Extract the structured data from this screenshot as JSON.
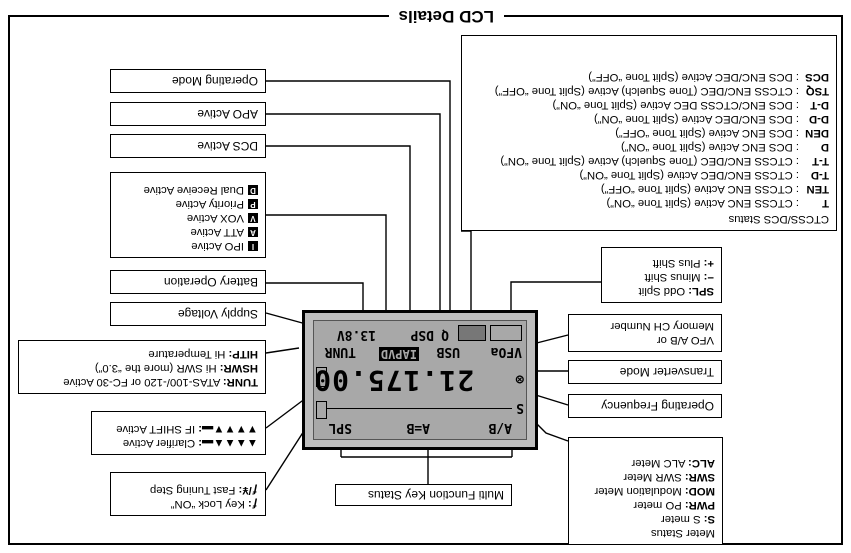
{
  "title": "LCD Details",
  "lcd": {
    "frequency": "21.175.00",
    "vfo": "VFOa",
    "mode": "USB",
    "dsp": "DSP",
    "tuner": "TUNR",
    "ipo_block": "IAPVD",
    "voltage": "13.8V",
    "mf_a": "A/B",
    "mf_b": "A=B",
    "mf_c": "SPL",
    "s_label": "S",
    "apo_icon": "Q"
  },
  "callouts": {
    "meter_status": {
      "heading": "Meter Status",
      "items": [
        {
          "code": "S:",
          "text": "S meter"
        },
        {
          "code": "PWR:",
          "text": "PO meter"
        },
        {
          "code": "MOD:",
          "text": "Modulation Meter"
        },
        {
          "code": "SWR:",
          "text": "SWR Meter"
        },
        {
          "code": "ALC:",
          "text": "ALC Meter"
        }
      ]
    },
    "multi_function": "Multi Function Key Status",
    "fast_tuning": {
      "items": [
        {
          "code": "ƒ:",
          "text": "Key Lock “ON”"
        },
        {
          "code": "ƒ/¥:",
          "text": "Fast Tuning Step"
        }
      ]
    },
    "clarifier": {
      "items": [
        {
          "code": "▲▲▲▲▬:",
          "text": "Clarifier Active"
        },
        {
          "code": "▼▼▼▼▬:",
          "text": "IF SHIFT Active"
        }
      ]
    },
    "operating_frequency": "Operating Frequency",
    "transverter_mode": "Transverter Mode",
    "memory_ch": {
      "line1": "VFO A/B or",
      "line2": "Memory CH Number"
    },
    "tuner_status": {
      "items": [
        {
          "code": "TUNR:",
          "text": "ATAS-100/-120 or FC-30 Active"
        },
        {
          "code": "HSWR:",
          "text": "Hi SWR (more the “3.0”)"
        },
        {
          "code": "HITP:",
          "text": "Hi Temperature"
        }
      ]
    },
    "supply_voltage": "Supply Voltage",
    "battery_operation": "Battery Operation",
    "split": {
      "items": [
        {
          "code": "SPL:",
          "text": "Odd Split"
        },
        {
          "code": "−:",
          "text": "Minus Shift"
        },
        {
          "code": "+:",
          "text": "Plus Shift"
        }
      ]
    },
    "receive_status": {
      "items": [
        {
          "code": "I",
          "text": "IPO Active"
        },
        {
          "code": "A",
          "text": "ATT Active"
        },
        {
          "code": "V",
          "text": "VOX Active"
        },
        {
          "code": "P",
          "text": "Priority Active"
        },
        {
          "code": "D",
          "text": "Dual Receive Active"
        }
      ]
    },
    "dcs_active": "DCS Active",
    "apo_active": "APO Active",
    "operating_mode": "Operating Mode",
    "ctcss": {
      "heading": "CTCSS/DCS Status",
      "items": [
        {
          "code": "T",
          "text": ": CTCSS ENC Active (Split Tone “ON”)"
        },
        {
          "code": "TEN",
          "text": ": CTCSS ENC Active (Split Tone “OFF”)"
        },
        {
          "code": "T-D",
          "text": ": CTCSS ENC/DEC Active (Split Tone “ON”)"
        },
        {
          "code": "T-T",
          "text": ": CTCSS ENC/DEC (Tone Squelch) Active (Split Tone “ON”)"
        },
        {
          "code": "D",
          "text": ": DCS ENC Active (Split Tone “ON”)"
        },
        {
          "code": "DEN",
          "text": ": DCS ENC Active (Split Tone “OFF”)"
        },
        {
          "code": "D-D",
          "text": ": DCS ENC/DEC Active (Split Tone “ON”)"
        },
        {
          "code": "D-T",
          "text": ": DCS ENC/CTCSS DEC Active (Split Tone “ON”)"
        },
        {
          "code": "TSQ",
          "text": ": CTCSS ENC/DEC (Tone Squelch) Active (Split Tone “OFF”)"
        },
        {
          "code": "DCS",
          "text": ": DCS ENC/DEC Active (Split Tone “OFF”)"
        }
      ]
    }
  }
}
